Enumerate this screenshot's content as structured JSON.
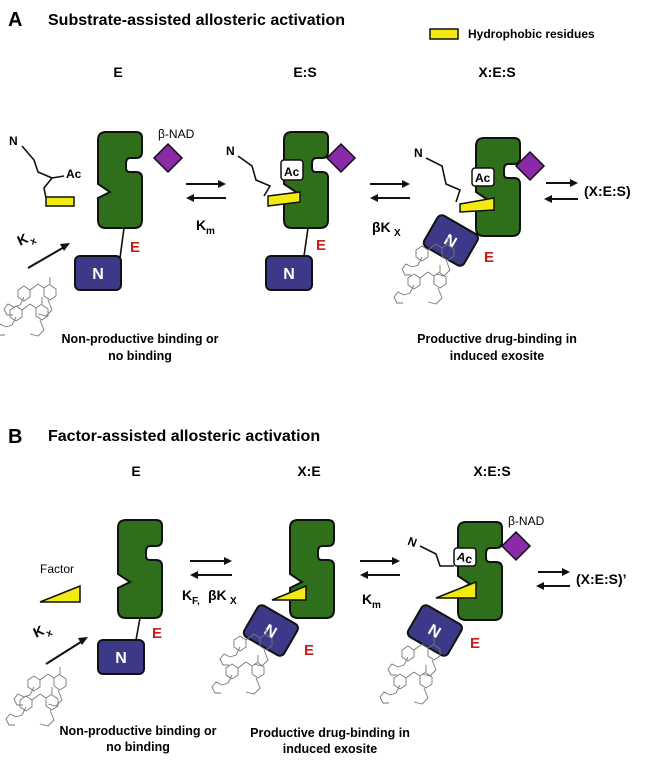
{
  "panel_a": {
    "letter": "A",
    "title": "Substrate-assisted allosteric activation",
    "legend": "Hydrophobic residues",
    "states": [
      "E",
      "E:S",
      "X:E:S"
    ],
    "beta_nad": "β-NAD",
    "n_term": "N",
    "ac": "Ac",
    "e_label": "E",
    "n_domain": "N",
    "kx_main": "K",
    "kx_sub": "x",
    "km_main": "K",
    "km_sub": "m",
    "bkx_main": "βK",
    "bkx_sub": "X",
    "product": "(X:E:S)",
    "caption_left_1": "Non-productive binding or",
    "caption_left_2": "no binding",
    "caption_right_1": "Productive drug-binding in",
    "caption_right_2": "induced exosite"
  },
  "panel_b": {
    "letter": "B",
    "title": "Factor-assisted allosteric activation",
    "states": [
      "E",
      "X:E",
      "X:E:S"
    ],
    "factor": "Factor",
    "beta_nad": "β-NAD",
    "kx_main": "K",
    "kx_sub": "x",
    "kf_main": "K",
    "kf_sub": "F,",
    "bkx_main": "βK",
    "bkx_sub": "X",
    "km_main": "K",
    "km_sub": "m",
    "product": "(X:E:S)’",
    "caption_left_1": "Non-productive binding or",
    "caption_left_2": "no binding",
    "caption_mid_1": "Productive drug-binding in",
    "caption_mid_2": "induced exosite"
  },
  "colors": {
    "enzyme": "#2f6e1a",
    "n_domain": "#3c3a88",
    "hydrophobic": "#f3ea12",
    "nad": "#8a2aa8",
    "e_residue": "#c81d1d"
  }
}
